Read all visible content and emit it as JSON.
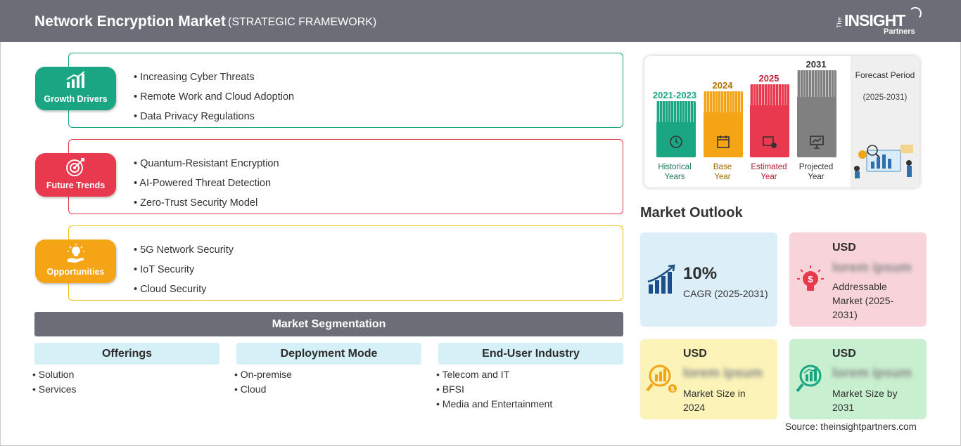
{
  "header": {
    "title": "Network Encryption Market",
    "subtitle": "(STRATEGIC FRAMEWORK)",
    "logo_the": "The",
    "logo_main": "INSIGHT",
    "logo_partners": "Partners"
  },
  "categories": [
    {
      "label": "Growth Drivers",
      "color": "#1aa583",
      "items": [
        "• Increasing Cyber Threats",
        "• Remote Work and Cloud Adoption",
        "• Data Privacy Regulations"
      ]
    },
    {
      "label": "Future Trends",
      "color": "#e8394e",
      "items": [
        "• Quantum-Resistant Encryption",
        "• AI-Powered Threat Detection",
        "• Zero-Trust Security Model"
      ]
    },
    {
      "label": "Opportunities",
      "color": "#f5a416",
      "items": [
        "• 5G Network Security",
        "• IoT Security",
        "• Cloud Security"
      ]
    }
  ],
  "segmentation": {
    "title": "Market Segmentation",
    "columns": [
      {
        "heading": "Offerings",
        "items": [
          "• Solution",
          "• Services"
        ]
      },
      {
        "heading": "Deployment Mode",
        "items": [
          "• On-premise",
          "• Cloud"
        ]
      },
      {
        "heading": "End-User Industry",
        "items": [
          "• Telecom and IT",
          "• BFSI",
          "• Media and Entertainment"
        ]
      }
    ]
  },
  "timeline": [
    {
      "year": "2021-2023",
      "label_1": "Historical",
      "label_2": "Years",
      "color": "#1aa583",
      "icon": "history-icon"
    },
    {
      "year": "2024",
      "label_1": "Base",
      "label_2": "Year",
      "color": "#f5a416",
      "icon": "calendar-icon"
    },
    {
      "year": "2025",
      "label_1": "Estimated",
      "label_2": "Year",
      "color": "#e8394e",
      "icon": "estimate-icon"
    },
    {
      "year": "2031",
      "label_1": "Projected",
      "label_2": "Year",
      "color": "#808080",
      "icon": "presentation-icon"
    }
  ],
  "forecast": {
    "title": "Forecast Period",
    "range": "(2025-2031)"
  },
  "outlook": {
    "title": "Market Outlook",
    "cards": [
      {
        "value": "10%",
        "desc": "CAGR (2025-2031)",
        "bg": "#dceef8",
        "icon": "growth-chart-icon"
      },
      {
        "usd": "USD",
        "blurred": "lorem ipsum",
        "desc": "Addressable Market (2025-2031)",
        "bg": "#f8d4da",
        "icon": "lightbulb-dollar-icon"
      },
      {
        "usd": "USD",
        "blurred": "lorem ipsum",
        "desc": "Market Size in 2024",
        "bg": "#fbf3b8",
        "icon": "magnifier-chart-icon"
      },
      {
        "usd": "USD",
        "blurred": "lorem ipsum",
        "desc": "Market Size by 2031",
        "bg": "#c8efcf",
        "icon": "magnifier-growth-icon"
      }
    ]
  },
  "source": "Source: theinsightpartners.com"
}
